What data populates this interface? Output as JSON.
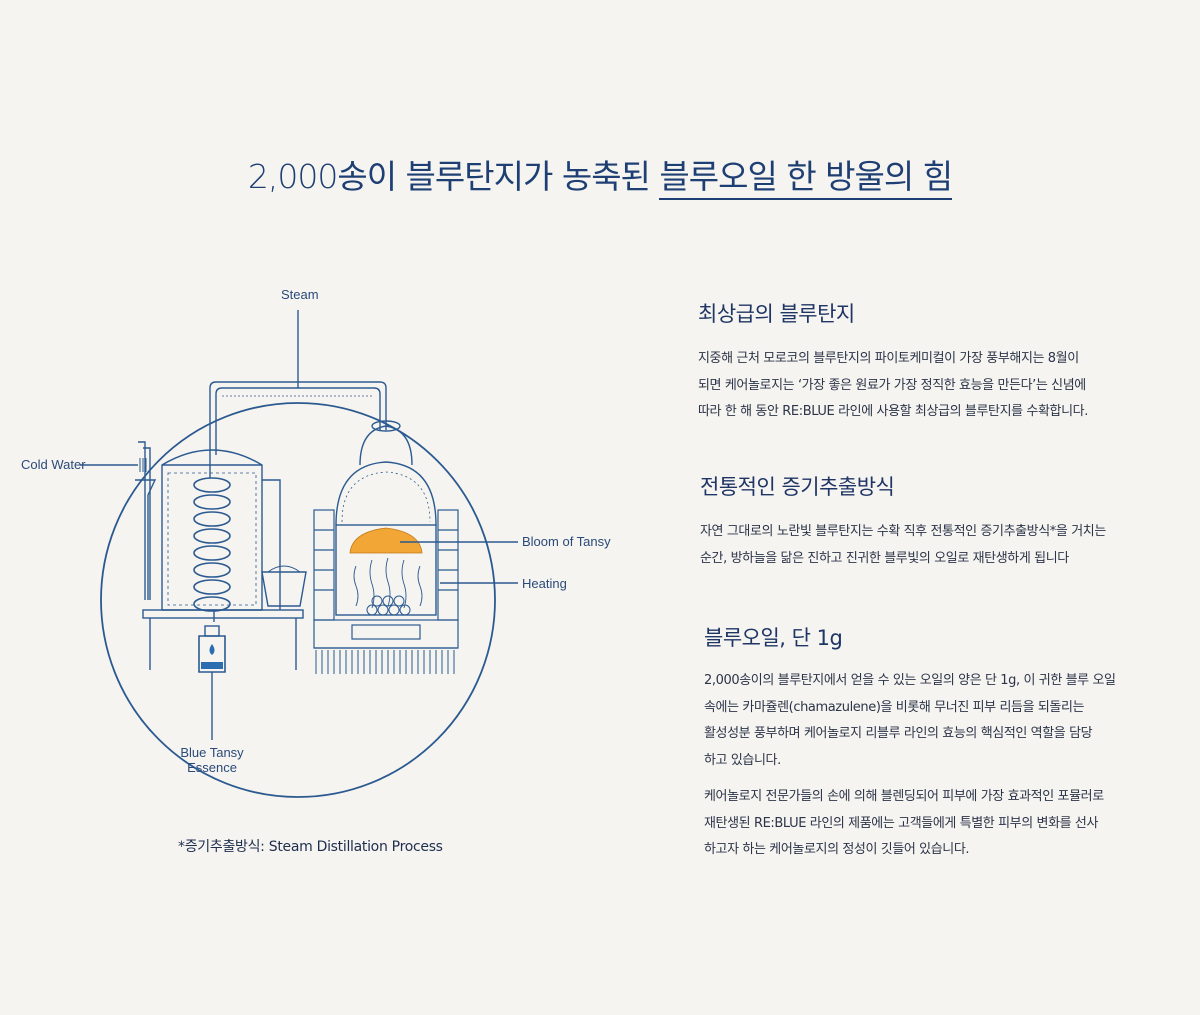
{
  "headline": {
    "plain": "2,000송이 블루탄지가 농축된 ",
    "emphasis": "블루오일 한 방울의 힘"
  },
  "diagram": {
    "labels": {
      "steam": "Steam",
      "cold_water": "Cold Water",
      "bloom": "Bloom of Tansy",
      "heating": "Heating",
      "essence_line1": "Blue Tansy",
      "essence_line2": "Essence"
    },
    "caption": "*증기추출방식: Steam Distillation Process",
    "colors": {
      "line": "#2b5a91",
      "bloom": "#f2a636",
      "essence": "#2b6cb0"
    }
  },
  "sections": [
    {
      "title": "최상급의 블루탄지",
      "paragraphs": [
        [
          "지중해 근처 모로코의 블루탄지의 파이토케미컬이 가장 풍부해지는 8월이",
          "되면 케어놀로지는 ‘가장 좋은 원료가  가장 정직한 효능을 만든다’는 신념에",
          "따라 한 해 동안 RE:BLUE 라인에 사용할 최상급의 블루탄지를 수확합니다."
        ]
      ]
    },
    {
      "title": "전통적인 증기추출방식",
      "paragraphs": [
        [
          "자연 그대로의 노란빛 블루탄지는 수확 직후  전통적인 증기추출방식*을 거치는",
          "순간, 방하늘을 닮은 진하고 진귀한 블루빛의 오일로 재탄생하게 됩니다"
        ]
      ]
    },
    {
      "title": "블루오일, 단 1g",
      "paragraphs": [
        [
          "2,000송이의 블루탄지에서 얻을 수 있는 오일의 양은 단 1g, 이 귀한 블루 오일",
          "속에는 카마쥴렌(chamazulene)을 비롯해 무너진 피부 리듬을 되돌리는",
          "활성성분 풍부하며 케어놀로지 리블루 라인의 효능의 핵심적인 역할을 담당",
          "하고 있습니다."
        ],
        [
          "케어놀로지 전문가들의 손에 의해 블렌딩되어 피부에 가장 효과적인 포뮬러로",
          "재탄생된 RE:BLUE 라인의 제품에는 고객들에게 특별한 피부의 변화를 선사",
          "하고자 하는 케어놀로지의 정성이 깃들어 있습니다."
        ]
      ]
    }
  ]
}
